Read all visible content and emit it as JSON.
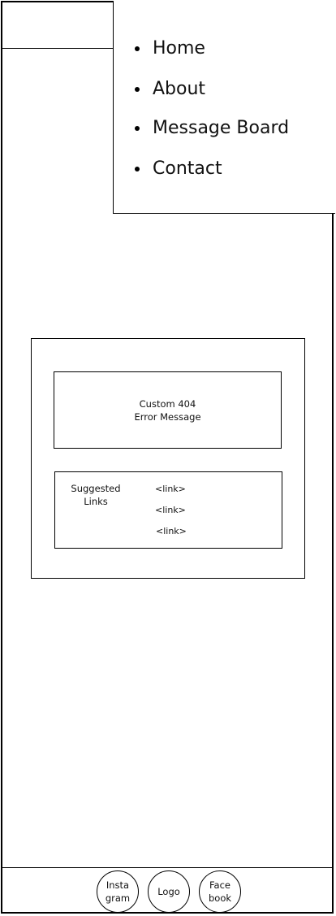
{
  "nav": {
    "items": [
      {
        "label": "Home"
      },
      {
        "label": "About"
      },
      {
        "label": "Message Board"
      },
      {
        "label": "Contact"
      }
    ]
  },
  "error": {
    "line1": "Custom 404",
    "line2": "Error Message"
  },
  "suggested": {
    "label_line1": "Suggested",
    "label_line2": "Links",
    "links": [
      "<link>",
      "<link>",
      "<link>"
    ]
  },
  "footer": {
    "instagram_line1": "Insta",
    "instagram_line2": "gram",
    "logo": "Logo",
    "facebook_line1": "Face",
    "facebook_line2": "book"
  }
}
